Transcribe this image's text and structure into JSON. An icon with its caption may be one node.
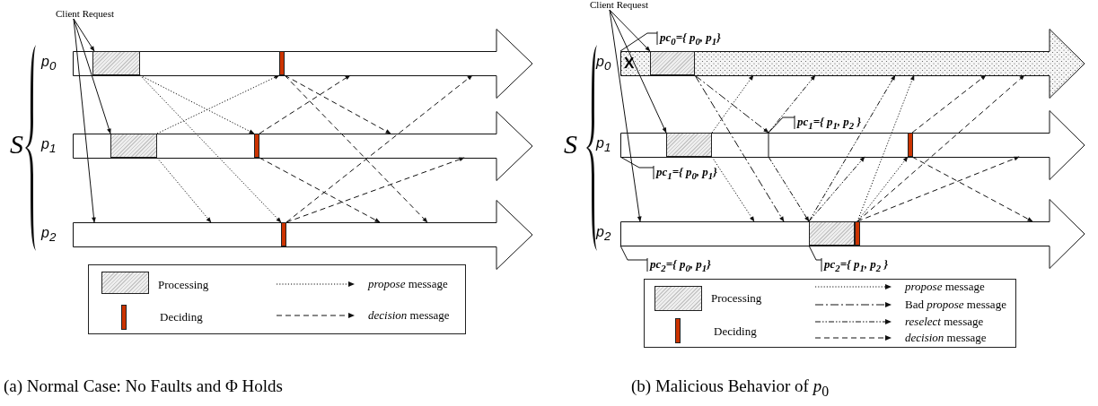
{
  "diagram": {
    "nodes": [
      {
        "text": [
          "Client Request"
        ]
      },
      {
        "text": [
          "p$_{0}$"
        ]
      },
      {
        "text": [],
        "shape": "box",
        "in": 1
      },
      {
        "text": [],
        "shape": "bar",
        "in": 1
      },
      {
        "text": [
          "p$_{1}$"
        ]
      },
      {
        "text": [],
        "shape": "box",
        "in": 4
      },
      {
        "text": [],
        "shape": "bar",
        "in": 4
      },
      {
        "text": [
          "p$_{2}$"
        ]
      },
      {
        "text": [],
        "shape": "bar",
        "in": 7
      },
      {
        "text": [
          "Client Request"
        ]
      },
      {
        "text": [
          "pc$_{0}$={ p$_{0}$, p$_{1}$}"
        ]
      },
      {
        "text": [
          "p$_{0}$"
        ]
      },
      {
        "text": [],
        "shape": "box",
        "in": 11
      },
      {
        "text": [
          "pc$_{1}$={ p$_{1}$, p$_{2}$ }"
        ]
      },
      {
        "text": [
          "p$_{1}$"
        ]
      },
      {
        "text": [],
        "shape": "box",
        "in": 14
      },
      {
        "text": [],
        "shape": "bar",
        "in": 14
      },
      {
        "text": [
          "pc$_{1}$={ p$_{0}$, p$_{1}$}"
        ]
      },
      {
        "text": [
          "p$_{2}$"
        ]
      },
      {
        "text": [],
        "shape": "box",
        "in": 18
      },
      {
        "text": [],
        "shape": "bar",
        "in": 18
      },
      {
        "text": [
          "pc$_{2}$={ p$_{0}$, p$_{1}$}"
        ]
      },
      {
        "text": [
          "pc$_{2}$={ p$_{1}$, p$_{2}$ }"
        ]
      }
    ],
    "edges": [
      {
        "from": 0,
        "to": 2,
        "arrow": "to"
      },
      {
        "from": 0,
        "to": 5,
        "arrow": "to"
      },
      {
        "from": 0,
        "to": 7,
        "arrow": "to"
      },
      {
        "from": 2,
        "to": 6,
        "arrow": "to",
        "style": "dashed"
      },
      {
        "from": 2,
        "to": 8,
        "arrow": "to",
        "style": "dashed"
      },
      {
        "from": 5,
        "to": 3,
        "arrow": "to",
        "style": "dashed"
      },
      {
        "from": 5,
        "to": 7,
        "arrow": "to",
        "style": "dashed"
      },
      {
        "from": 3,
        "to": 4,
        "arrow": "to",
        "style": "dashed"
      },
      {
        "from": 3,
        "to": 7,
        "arrow": "to",
        "style": "dashed"
      },
      {
        "from": 6,
        "to": 1,
        "arrow": "to",
        "style": "dashed"
      },
      {
        "from": 6,
        "to": 7,
        "arrow": "to",
        "style": "dashed"
      },
      {
        "from": 8,
        "to": 1,
        "arrow": "to",
        "style": "dashed"
      },
      {
        "from": 8,
        "to": 4,
        "arrow": "to",
        "style": "dashed"
      },
      {
        "from": 9,
        "to": 12,
        "arrow": "to"
      },
      {
        "from": 9,
        "to": 15,
        "arrow": "to"
      },
      {
        "from": 9,
        "to": 18,
        "arrow": "to"
      },
      {
        "from": 10,
        "to": 11,
        "arrow": "other"
      },
      {
        "from": 12,
        "to": 14,
        "arrow": "to",
        "style": "dashed"
      },
      {
        "from": 12,
        "to": 18,
        "arrow": "to",
        "style": "dashed"
      },
      {
        "from": 15,
        "to": 11,
        "arrow": "to",
        "style": "dashed"
      },
      {
        "from": 15,
        "to": 18,
        "arrow": "to",
        "style": "dashed"
      },
      {
        "from": 13,
        "to": 14,
        "arrow": "other"
      },
      {
        "from": 14,
        "to": 11,
        "arrow": "to",
        "style": "dashed"
      },
      {
        "from": 14,
        "to": 19,
        "arrow": "to",
        "style": "dashed"
      },
      {
        "from": 17,
        "to": 14,
        "arrow": "other"
      },
      {
        "from": 19,
        "to": 11,
        "arrow": "to",
        "style": "dashed"
      },
      {
        "from": 19,
        "to": 14,
        "arrow": "to",
        "style": "dashed"
      },
      {
        "from": 20,
        "to": 11,
        "arrow": "to",
        "style": "dashed"
      },
      {
        "from": 20,
        "to": 16,
        "arrow": "to",
        "style": "dashed"
      },
      {
        "from": 20,
        "to": 14,
        "arrow": "to",
        "style": "dashed"
      },
      {
        "from": 20,
        "to": 11,
        "arrow": "to",
        "style": "dashed"
      },
      {
        "from": 16,
        "to": 11,
        "arrow": "to",
        "style": "dashed"
      },
      {
        "from": 16,
        "to": 18,
        "arrow": "to",
        "style": "dashed"
      },
      {
        "from": 21,
        "to": 18,
        "arrow": "other"
      },
      {
        "from": 22,
        "to": 18,
        "arrow": "other"
      }
    ],
    "labels": [
      "S",
      "S",
      "X",
      "(a) Normal Case: No Faults and Φ Holds",
      "(b) Malicious Behavior of *p*$_{0}$"
    ],
    "legend": [
      {
        "text": "Processing"
      },
      {
        "text": "Deciding"
      },
      {
        "text": "*propose* message"
      },
      {
        "text": "*decision* message"
      },
      {
        "text": "Processing"
      },
      {
        "text": "Deciding"
      },
      {
        "text": "*propose* message"
      },
      {
        "text": "Bad *propose* message"
      },
      {
        "text": "*reselect* message"
      },
      {
        "text": "*decision* message"
      }
    ]
  }
}
